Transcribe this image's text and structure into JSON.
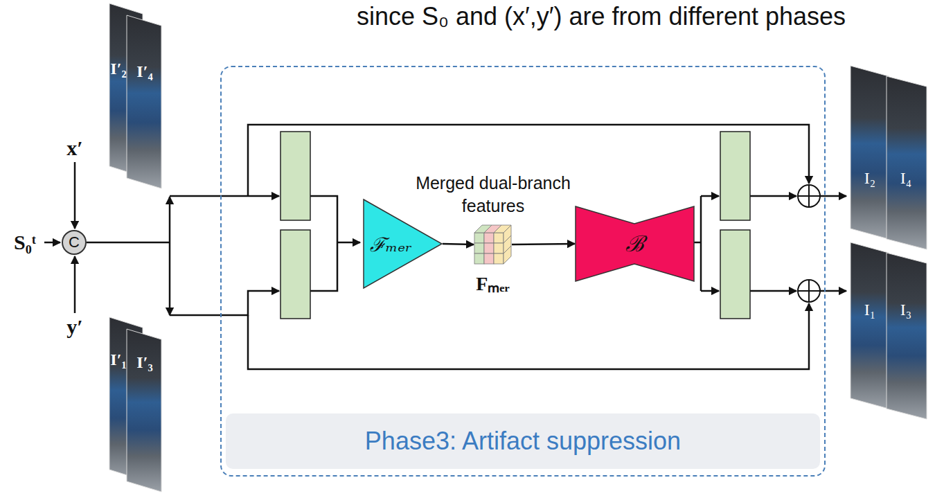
{
  "diagram": {
    "nodes": [
      {
        "text": [
          "Phase3: Artifact suppression"
        ]
      },
      {
        "text": [
          "C"
        ]
      },
      {
        "text": [
          "ℱₘₑᵣ"
        ],
        "in": 0
      },
      {
        "text": [
          "Merged dual-branch features",
          "Fₘₑᵣ"
        ],
        "in": 0
      },
      {
        "text": [
          "ℬ"
        ],
        "in": 0
      }
    ],
    "edges": [
      {
        "from": 2,
        "to": 3,
        "arrow": "to"
      },
      {
        "from": 3,
        "to": 4,
        "arrow": "to"
      }
    ],
    "labels": [
      "since S₀ and (x′,y′) are from different phases",
      "S₀ᵗ",
      "x′",
      "y′",
      "I′₂",
      "I′₄",
      "I′₁",
      "I′₃",
      "I₂",
      "I₄",
      "I₁",
      "I₃"
    ]
  }
}
